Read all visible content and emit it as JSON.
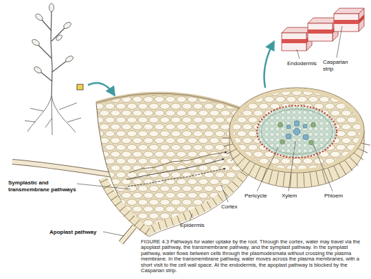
{
  "diagram": {
    "caption": "FIGURE 4.3 Pathways for water uptake by the root. Through the cortex, water may travel via the apoplast pathway, the transmembrane pathway, and the symplast pathway. In the symplast pathway, water flows between cells through the plasmodesmata without crossing the plasma membrane. In the transmembrane pathway, water moves across the plasma membranes, with a short visit to the cell wall space. At the endodermis, the apoplast pathway is blocked by the Casparian strip.",
    "labels": [
      "Endodermis",
      "Casparian strip",
      "Symplastic and transmembrane pathways",
      "Pericycle",
      "Xylem",
      "Phloem",
      "Cortex",
      "Epidermis",
      "Apoplast pathway"
    ]
  }
}
